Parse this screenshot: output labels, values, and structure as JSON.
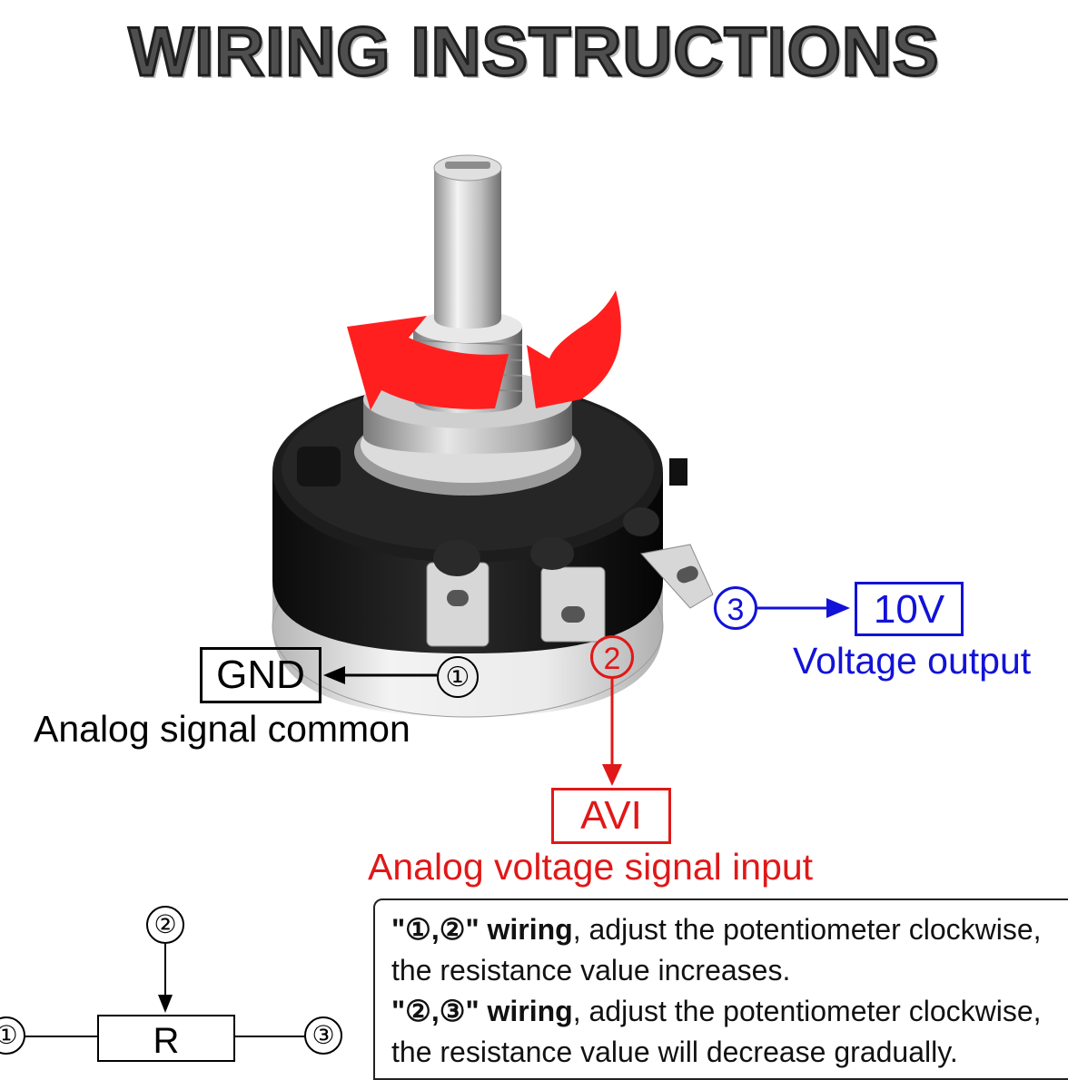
{
  "title": "WIRING INSTRUCTIONS",
  "pins": {
    "gnd": {
      "number": "①",
      "label": "GND",
      "description": "Analog signal common",
      "color": "#000000"
    },
    "avi": {
      "number": "2",
      "label": "AVI",
      "description": "Analog voltage signal input",
      "color": "#e01818"
    },
    "out": {
      "number": "3",
      "label": "10V",
      "description": "Voltage output",
      "color": "#1212d8"
    }
  },
  "schematic": {
    "resistor_label": "R",
    "pin_wiper": "②",
    "pin_left": "①",
    "pin_right": "③"
  },
  "notes": {
    "line1_quote": "\"①,②\"",
    "line1_bold": "wiring",
    "line1_rest": ", adjust the potentiometer clockwise,",
    "line2": "the resistance value increases.",
    "line3_quote": "\"②,③\"",
    "line3_bold": "wiring",
    "line3_rest": ", adjust the potentiometer clockwise,",
    "line4": "the resistance value will decrease gradually."
  },
  "icons": [
    "potentiometer-image",
    "rotation-arrow-icon"
  ]
}
